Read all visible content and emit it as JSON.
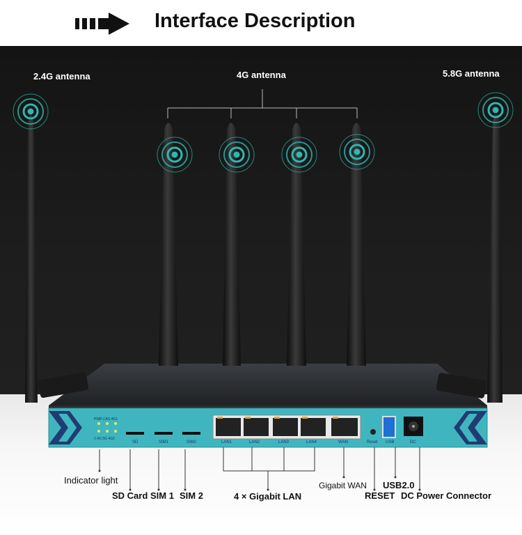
{
  "header": {
    "title": "Interface Description",
    "arrow_icon": "arrow-right-icon"
  },
  "antennas": {
    "left": "2.4G antenna",
    "center": "4G antenna",
    "right": "5.8G antenna"
  },
  "panel_labels": {
    "leds_top": "PWR  CAS  4G1",
    "leds_bottom": "2.4G  5G  4G2",
    "sd": "SD",
    "sim1": "SIM1",
    "sim2": "SIM2",
    "lan1": "LAN1",
    "lan2": "LAN2",
    "lan3": "LAN3",
    "lan4": "LAN4",
    "wan": "WAN",
    "reset": "Reset",
    "usb": "USB",
    "dc": "DC"
  },
  "callouts": {
    "indicator_light": "Indicator light",
    "sd_card": "SD Card",
    "sim1": "SIM 1",
    "sim2": "SIM 2",
    "lan": "4 × Gigabit LAN",
    "wan": "Gigabit WAN",
    "reset": "RESET",
    "usb": "USB2.0",
    "dc": "DC Power Connector"
  },
  "colors": {
    "panel_teal": "#3fb6bf",
    "signal_ring": "#2fb7b0",
    "antenna_black": "#1b1b1b"
  }
}
